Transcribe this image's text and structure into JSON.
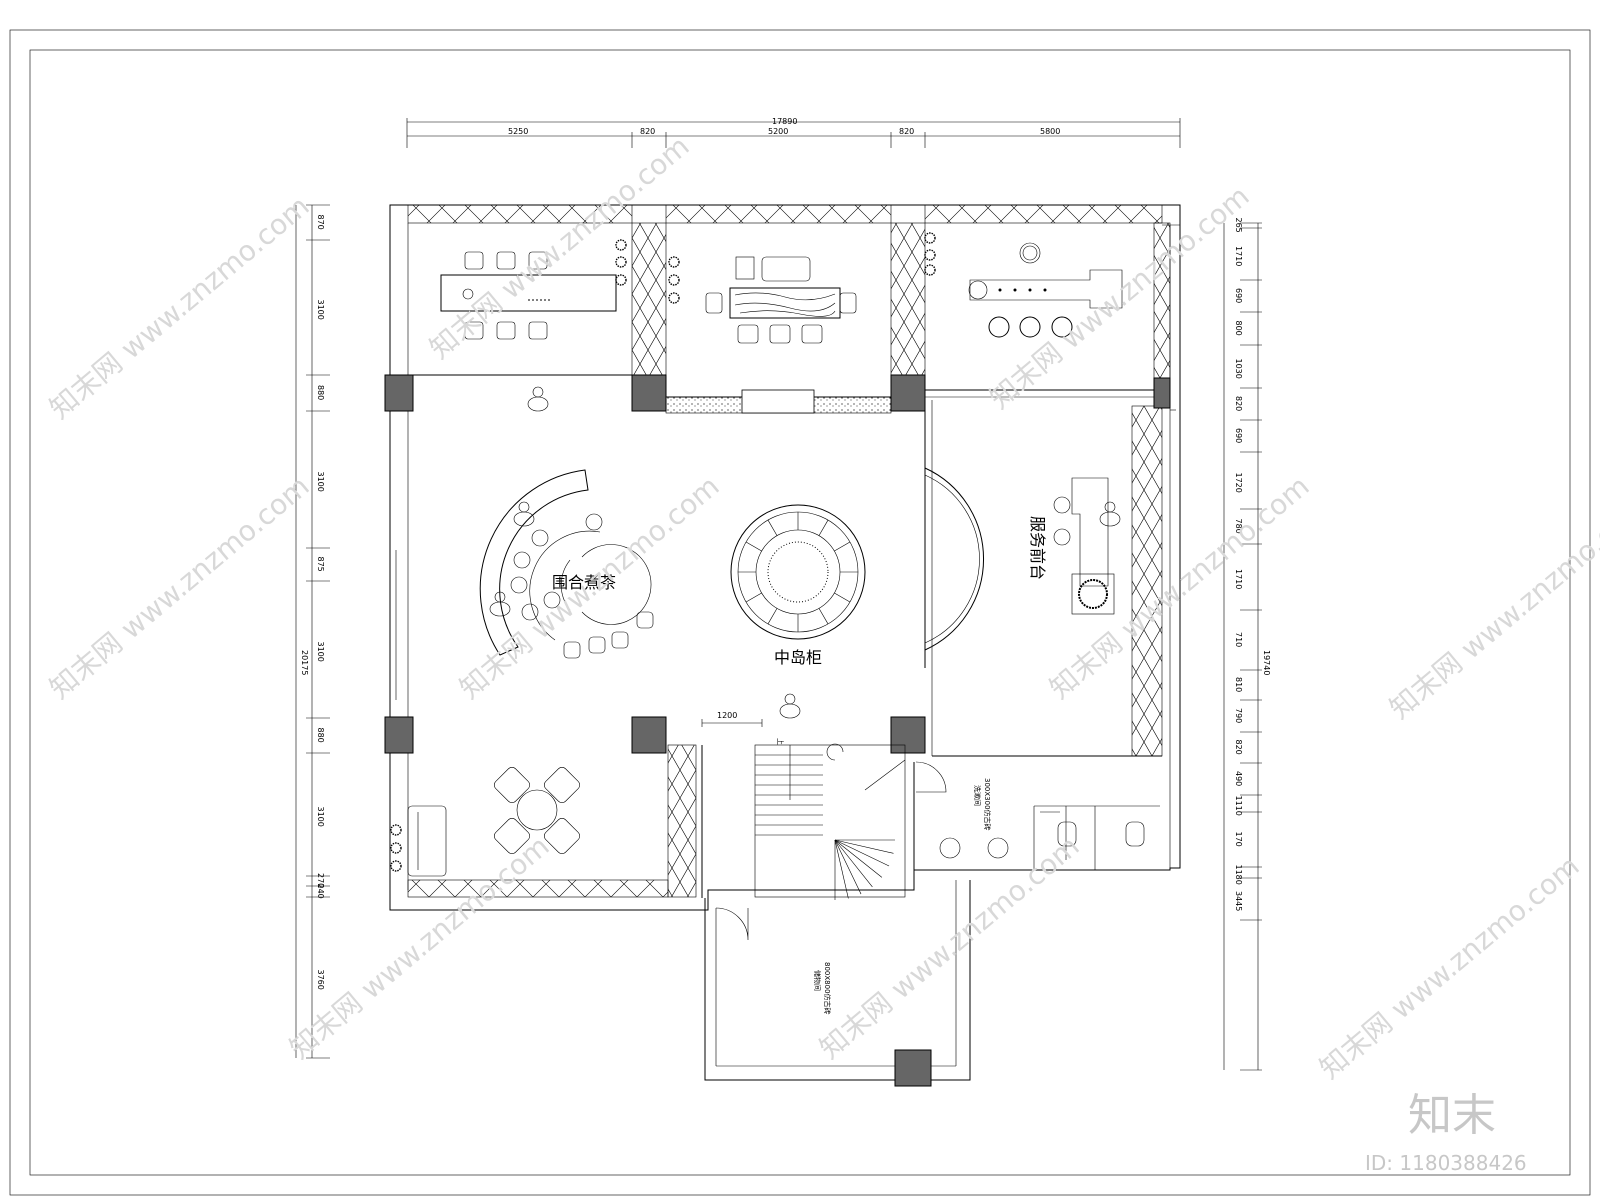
{
  "dimensions": {
    "top_total": "17890",
    "top_segments": [
      "5250",
      "820",
      "5200",
      "820",
      "5800"
    ],
    "left_total": "20175",
    "left_segments": [
      "870",
      "3100",
      "880",
      "3100",
      "875",
      "3100",
      "880",
      "3100",
      "270",
      "240",
      "3760"
    ],
    "right_total": "19740",
    "right_segments": [
      "265",
      "1710",
      "690",
      "800",
      "1030",
      "820",
      "690",
      "1720",
      "780",
      "1710",
      "710",
      "810",
      "790",
      "820",
      "490",
      "1110",
      "170",
      "1180",
      "3445"
    ],
    "stair_width": "1200"
  },
  "rooms": {
    "tea_circle": "围合煮茶",
    "island": "中岛柜",
    "front_desk": "服务前台",
    "laundry": "洗漱间",
    "laundry_note": "300X300仿古砖",
    "storage": "储物间",
    "storage_note": "800X800仿古砖"
  },
  "stair": {
    "up_label": "上"
  },
  "watermark": {
    "site": "www.znzmo.com",
    "brand_cn": "知末网",
    "logo": "知末",
    "id_text": "ID: 1180388426"
  }
}
